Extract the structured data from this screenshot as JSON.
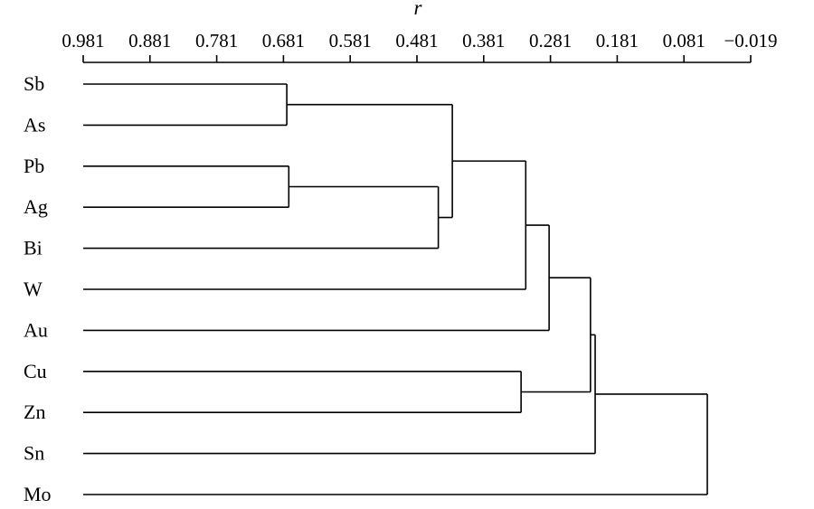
{
  "chart_data": {
    "type": "dendrogram",
    "xlabel": "r",
    "x_ticks": [
      "0.981",
      "0.881",
      "0.781",
      "0.681",
      "0.581",
      "0.481",
      "0.381",
      "0.281",
      "0.181",
      "0.081",
      "−0.019"
    ],
    "xlim": [
      0.981,
      -0.019
    ],
    "leaves": [
      "Sb",
      "As",
      "Pb",
      "Ag",
      "Bi",
      "W",
      "Au",
      "Cu",
      "Zn",
      "Sn",
      "Mo"
    ],
    "merges": [
      {
        "id": "m1",
        "children": [
          "Sb",
          "As"
        ],
        "r": 0.676
      },
      {
        "id": "m2",
        "children": [
          "Pb",
          "Ag"
        ],
        "r": 0.673
      },
      {
        "id": "m3",
        "children": [
          "m2",
          "Bi"
        ],
        "r": 0.449
      },
      {
        "id": "m4",
        "children": [
          "m1",
          "m3"
        ],
        "r": 0.428
      },
      {
        "id": "m5",
        "children": [
          "m4",
          "W"
        ],
        "r": 0.318
      },
      {
        "id": "m6",
        "children": [
          "m5",
          "Au"
        ],
        "r": 0.283
      },
      {
        "id": "m7",
        "children": [
          "Cu",
          "Zn"
        ],
        "r": 0.325
      },
      {
        "id": "m8",
        "children": [
          "m6",
          "m7"
        ],
        "r": 0.221
      },
      {
        "id": "m9",
        "children": [
          "m8",
          "Sn"
        ],
        "r": 0.214
      },
      {
        "id": "m10",
        "children": [
          "m9",
          "Mo"
        ],
        "r": 0.046
      }
    ]
  }
}
